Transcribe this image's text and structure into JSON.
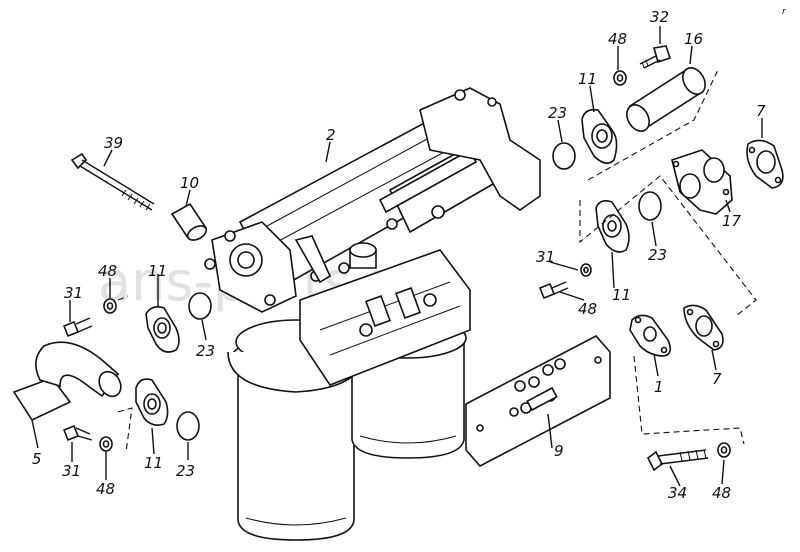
{
  "watermark": "ans-parts.ru",
  "corner_mark": "r",
  "callouts": {
    "c39": "39",
    "c10": "10",
    "c2": "2",
    "c32": "32",
    "c48a": "48",
    "c16": "16",
    "c11a": "11",
    "c23a": "23",
    "c7a": "7",
    "c17": "17",
    "c23b": "23",
    "c31a": "31",
    "c11b": "11",
    "c48b": "48",
    "c48c": "48",
    "c11c": "11",
    "c31b": "31",
    "c23c": "23",
    "c5": "5",
    "c31c": "31",
    "c48d": "48",
    "c11d": "11",
    "c23d": "23",
    "c1": "1",
    "c7b": "7",
    "c9": "9",
    "c34": "34",
    "c48e": "48"
  }
}
